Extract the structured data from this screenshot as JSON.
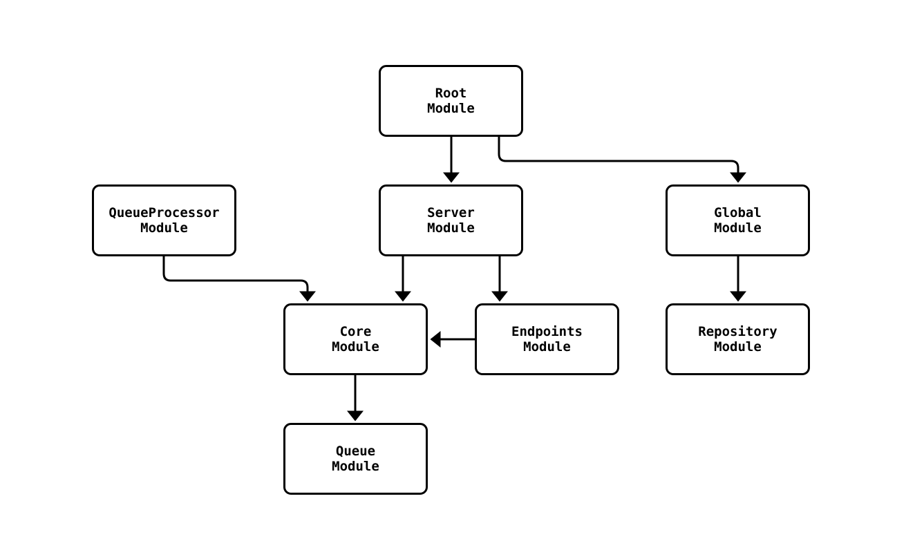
{
  "page": {
    "background_color": "#ffffff"
  },
  "diagram": {
    "type": "flowchart",
    "orientation": "top-down",
    "stroke_color": "#000000",
    "node_fill_color": "#ffffff",
    "text_color": "#000000",
    "nodes": [
      {
        "id": "root",
        "label": "Root\nModule"
      },
      {
        "id": "server",
        "label": "Server\nModule"
      },
      {
        "id": "queueprocessor",
        "label": "QueueProcessor\nModule"
      },
      {
        "id": "global",
        "label": "Global\nModule"
      },
      {
        "id": "core",
        "label": "Core\nModule"
      },
      {
        "id": "endpoints",
        "label": "Endpoints\nModule"
      },
      {
        "id": "repository",
        "label": "Repository\nModule"
      },
      {
        "id": "queue",
        "label": "Queue\nModule"
      }
    ],
    "edges": [
      {
        "from": "Root Module",
        "to": "Server Module"
      },
      {
        "from": "Root Module",
        "to": "Global Module"
      },
      {
        "from": "QueueProcessor Module",
        "to": "Core Module"
      },
      {
        "from": "Server Module",
        "to": "Core Module"
      },
      {
        "from": "Server Module",
        "to": "Endpoints Module"
      },
      {
        "from": "Endpoints Module",
        "to": "Core Module"
      },
      {
        "from": "Global Module",
        "to": "Repository Module"
      },
      {
        "from": "Core Module",
        "to": "Queue Module"
      }
    ]
  }
}
